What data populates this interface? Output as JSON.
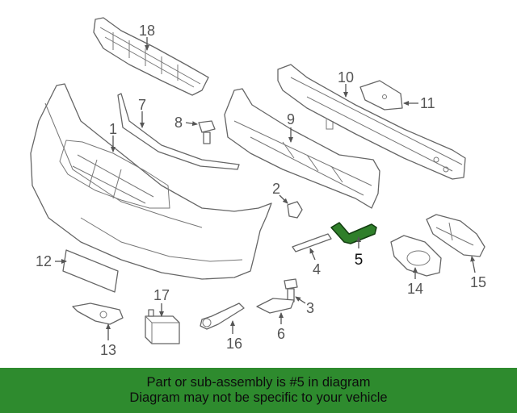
{
  "diagram": {
    "highlight_color": "#2f7f2a",
    "callouts": [
      "1",
      "2",
      "3",
      "4",
      "5",
      "6",
      "7",
      "8",
      "9",
      "10",
      "11",
      "12",
      "13",
      "14",
      "15",
      "16",
      "17",
      "18"
    ],
    "highlighted_callout": "5"
  },
  "banner": {
    "line1": "Part or sub-assembly is #5 in diagram",
    "line2": "Diagram may not be specific to your vehicle",
    "background": "#2e8b2e"
  }
}
